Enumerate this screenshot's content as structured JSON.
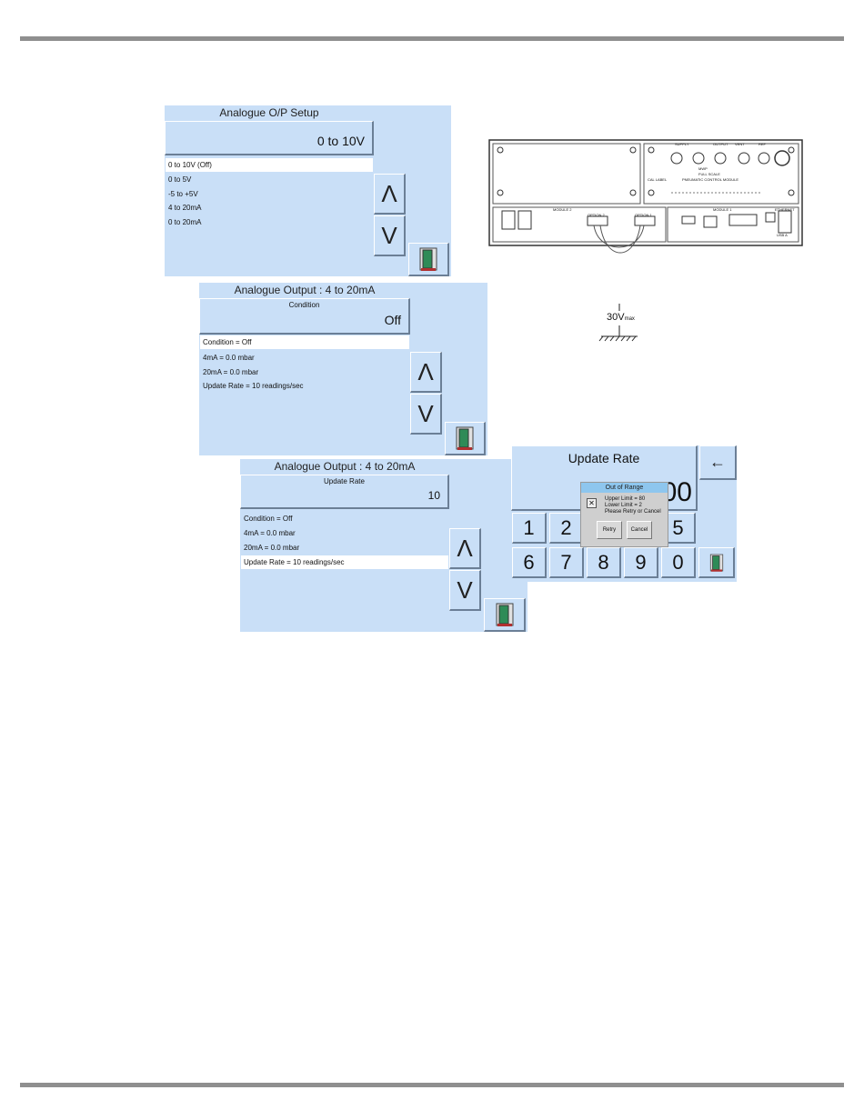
{
  "screen1": {
    "title": "Analogue O/P Setup",
    "value": "0 to 10V",
    "items": [
      "0 to 10V (Off)",
      "0 to 5V",
      "-5 to +5V",
      "4 to 20mA",
      "0 to 20mA"
    ],
    "up": "Λ",
    "down": "V"
  },
  "screen2": {
    "title": "Analogue Output : 4 to 20mA",
    "label": "Condition",
    "value": "Off",
    "items": [
      "Condition = Off",
      "4mA = 0.0 mbar",
      "20mA = 0.0 mbar",
      "Update Rate = 10 readings/sec"
    ],
    "up": "Λ",
    "down": "V"
  },
  "screen3": {
    "title": "Analogue Output : 4 to 20mA",
    "label": "Update Rate",
    "value": "10",
    "items": [
      "Condition = Off",
      "4mA = 0.0 mbar",
      "20mA = 0.0 mbar",
      "Update Rate = 10 readings/sec"
    ],
    "up": "Λ",
    "down": "V"
  },
  "keypad": {
    "title": "Update Rate",
    "display": "00",
    "back": "←",
    "keys_row1": [
      "1",
      "2",
      "5"
    ],
    "keys_row2": [
      "6",
      "7",
      "8",
      "9",
      "0"
    ],
    "dialog": {
      "title": "Out of Range",
      "line1": "Upper Limit = 80",
      "line2": "Lower Limit = 2",
      "line3": "Please Retry or Cancel",
      "retry": "Retry",
      "cancel": "Cancel"
    }
  },
  "rear_panel": {
    "labels": [
      "SUPPLY",
      "OUTPUT",
      "VENT",
      "REF",
      "MWP",
      "FULL SCALE",
      "PNEUMATIC CONTROL MODULE",
      "CAL LABEL",
      "MODULE 2",
      "MODULE 1",
      "OPTION 2",
      "OPTION 1",
      "ETHERNET",
      "USB A"
    ]
  },
  "ground_symbol": {
    "voltage": "30V",
    "subscript": "max"
  }
}
